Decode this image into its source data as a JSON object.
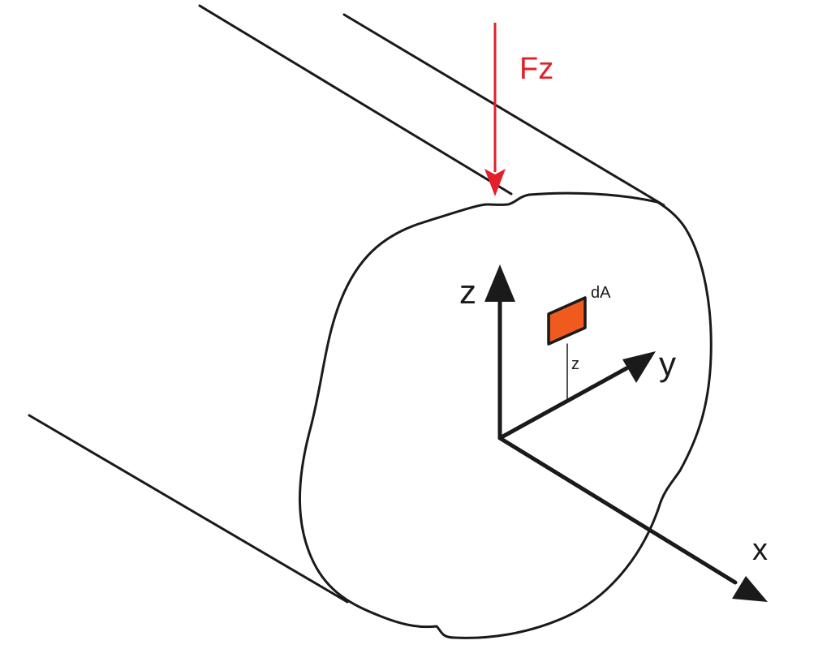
{
  "colors": {
    "ink": "#1a1a1a",
    "force": "#e3202a",
    "element_fill": "#f05a1e",
    "background": "#ffffff"
  },
  "labels": {
    "force": "Fz",
    "axis_z": "z",
    "axis_y": "y",
    "axis_x": "x",
    "element": "dA",
    "distance": "z"
  }
}
